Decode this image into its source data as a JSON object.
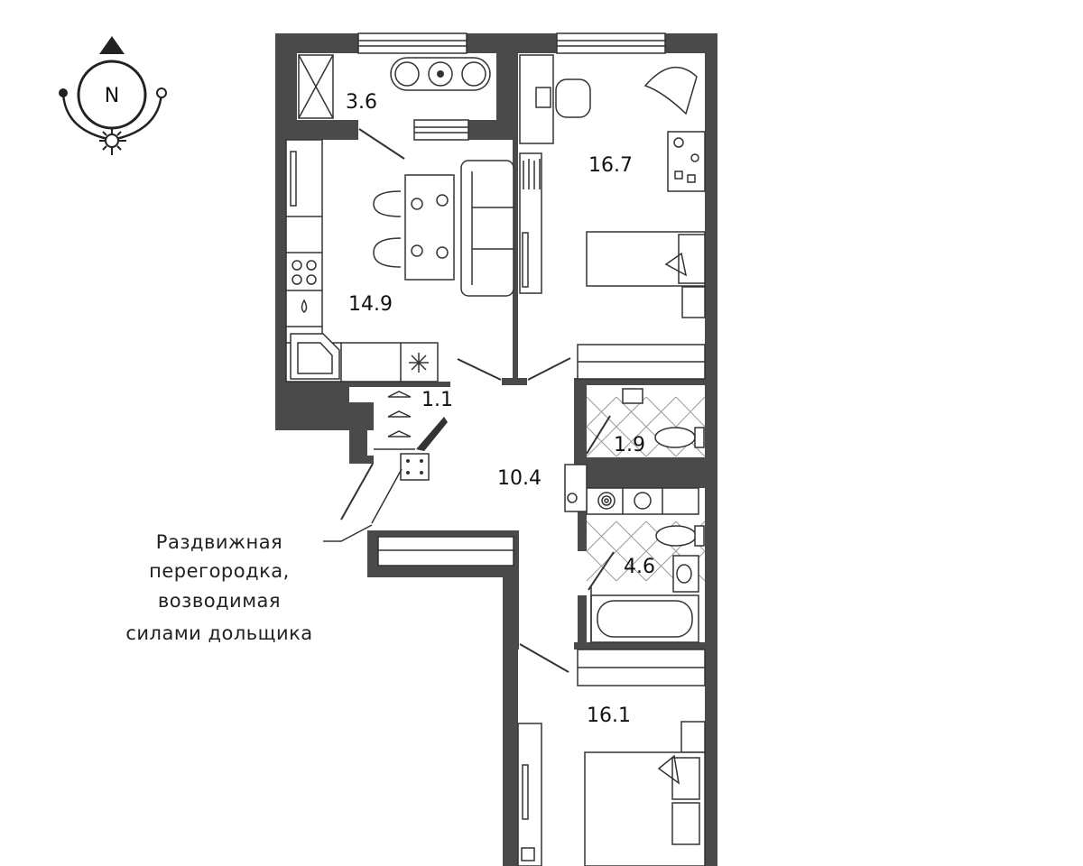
{
  "compass": {
    "north_label": "N"
  },
  "rooms": [
    {
      "id": "balcony",
      "label": "3.6"
    },
    {
      "id": "kitchen",
      "label": "14.9"
    },
    {
      "id": "bedroom1",
      "label": "16.7"
    },
    {
      "id": "closet",
      "label": "1.1"
    },
    {
      "id": "hall",
      "label": "10.4"
    },
    {
      "id": "wc",
      "label": "1.9"
    },
    {
      "id": "bathroom",
      "label": "4.6"
    },
    {
      "id": "bedroom2",
      "label": "16.1"
    }
  ],
  "note": {
    "lines": [
      "Раздвижная",
      "перегородка,",
      "возводимая",
      "силами дольщика"
    ]
  }
}
